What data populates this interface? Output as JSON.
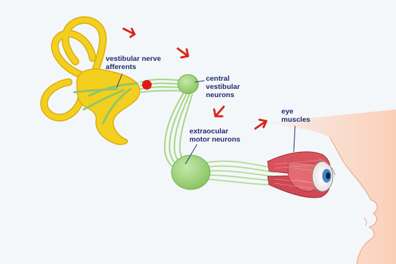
{
  "labels": {
    "vestibular_nerve_afferents": [
      "vestibular nerve",
      "afferents"
    ],
    "central_vestibular_neurons": [
      "central",
      "vestibular",
      "neurons"
    ],
    "extraocular_motor_neurons": [
      "extraocular",
      "motor neurons"
    ],
    "eye_muscles": [
      "eye",
      "muscles"
    ]
  },
  "colors": {
    "background": "#f4f7fa",
    "inner_ear": "#f3cf1f",
    "inner_ear_outline": "#d9ac0f",
    "nerve_green": "#a8d88a",
    "neuron_green": "#9fd27b",
    "flow_arrow": "#d9261c",
    "synapse_dot": "#e3171b",
    "skin": "#fbd3be",
    "muscle": "#d9535d",
    "label_text": "#1f2d6b"
  },
  "icons": [
    "arrow-icon",
    "arrow-icon",
    "arrow-icon",
    "arrow-icon"
  ]
}
